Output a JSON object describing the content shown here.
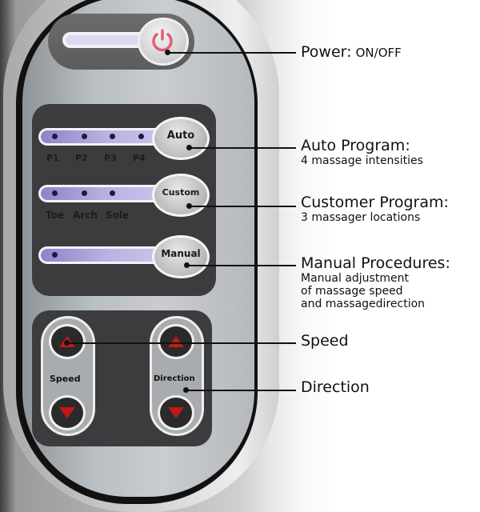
{
  "device": {
    "power_button": {
      "icon": "power-icon"
    },
    "auto": {
      "label": "Auto",
      "levels": [
        "P1",
        "P2",
        "P3",
        "P4"
      ]
    },
    "custom": {
      "label": "Custom",
      "locations": [
        "Toe",
        "Arch",
        "Sole"
      ]
    },
    "manual": {
      "label": "Manual"
    },
    "speed": {
      "label": "Speed",
      "up_icon": "triangle-up-icon",
      "down_icon": "triangle-down-icon"
    },
    "direction": {
      "label": "Direction",
      "up_icon": "triangle-up-icon",
      "down_icon": "triangle-down-icon"
    }
  },
  "callouts": {
    "power": {
      "title": "Power:",
      "value": "ON/OFF"
    },
    "auto": {
      "title": "Auto Program:",
      "desc": "4 massage intensities"
    },
    "custom": {
      "title": "Customer Program:",
      "desc": "3 massager locations"
    },
    "manual": {
      "title": "Manual Procedures:",
      "desc_lines": [
        "Manual adjustment",
        "of massage speed",
        "and massagedirection"
      ]
    },
    "speed": {
      "title": "Speed"
    },
    "direction": {
      "title": "Direction"
    }
  },
  "colors": {
    "indicator_led": "#c01818",
    "bar_lavender": "#b8b2e2",
    "panel_dark": "#3c3c3e",
    "power_red": "#e05060"
  }
}
